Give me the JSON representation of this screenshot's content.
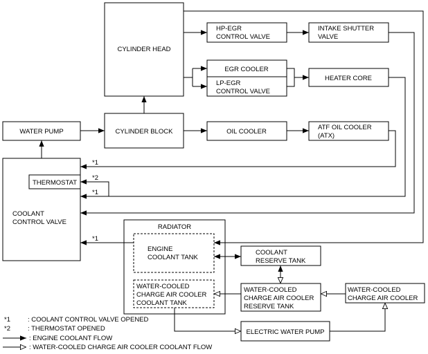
{
  "boxes": {
    "cylinder_head": "CYLINDER HEAD",
    "hp_egr_valve": [
      "HP-EGR",
      "CONTROL VALVE"
    ],
    "intake_shutter_valve": [
      "INTAKE SHUTTER",
      "VALVE"
    ],
    "egr_cooler": "EGR COOLER",
    "lp_egr_valve": [
      "LP-EGR",
      "CONTROL VALVE"
    ],
    "heater_core": "HEATER CORE",
    "water_pump": "WATER PUMP",
    "cylinder_block": "CYLINDER BLOCK",
    "oil_cooler": "OIL COOLER",
    "atf_oil_cooler": [
      "ATF OIL COOLER",
      "(ATX)"
    ],
    "thermostat": "THERMOSTAT",
    "coolant_control_valve": [
      "COOLANT",
      "CONTROL VALVE"
    ],
    "radiator": "RADIATOR",
    "engine_coolant_tank": [
      "ENGINE",
      "COOLANT TANK"
    ],
    "coolant_reserve_tank": [
      "COOLANT",
      "RESERVE TANK"
    ],
    "wcac_coolant_tank": [
      "WATER-COOLED",
      "CHARGE AIR COOLER",
      "COOLANT TANK"
    ],
    "wcac_reserve_tank": [
      "WATER-COOLED",
      "CHARGE AIR COOLER",
      "RESERVE TANK"
    ],
    "wcac": [
      "WATER-COOLED",
      "CHARGE AIR COOLER"
    ],
    "electric_water_pump": "ELECTRIC WATER PUMP"
  },
  "markers": {
    "m1_a": "*1",
    "m2": "*2",
    "m1_b": "*1",
    "m1_c": "*1"
  },
  "legend": {
    "n1_key": "*1",
    "n1_text": ": COOLANT CONTROL VALVE OPENED",
    "n2_key": "*2",
    "n2_text": ": THERMOSTAT OPENED",
    "engine_flow": ": ENGINE COOLANT FLOW",
    "wcac_flow": ": WATER-COOLED CHARGE AIR COOLER COOLANT FLOW"
  }
}
